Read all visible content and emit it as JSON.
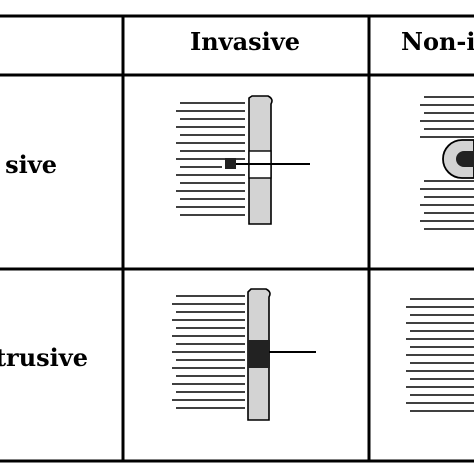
{
  "table": {
    "header": {
      "col_invasive": "Invasive",
      "col_noninvasive": "Non-i"
    },
    "rows": [
      {
        "label": "sive"
      },
      {
        "label": "trusive"
      }
    ]
  },
  "colors": {
    "line": "#000000",
    "probe_fill": "#d3d3d3",
    "sensor_fill": "#222222",
    "background": "#ffffff"
  }
}
